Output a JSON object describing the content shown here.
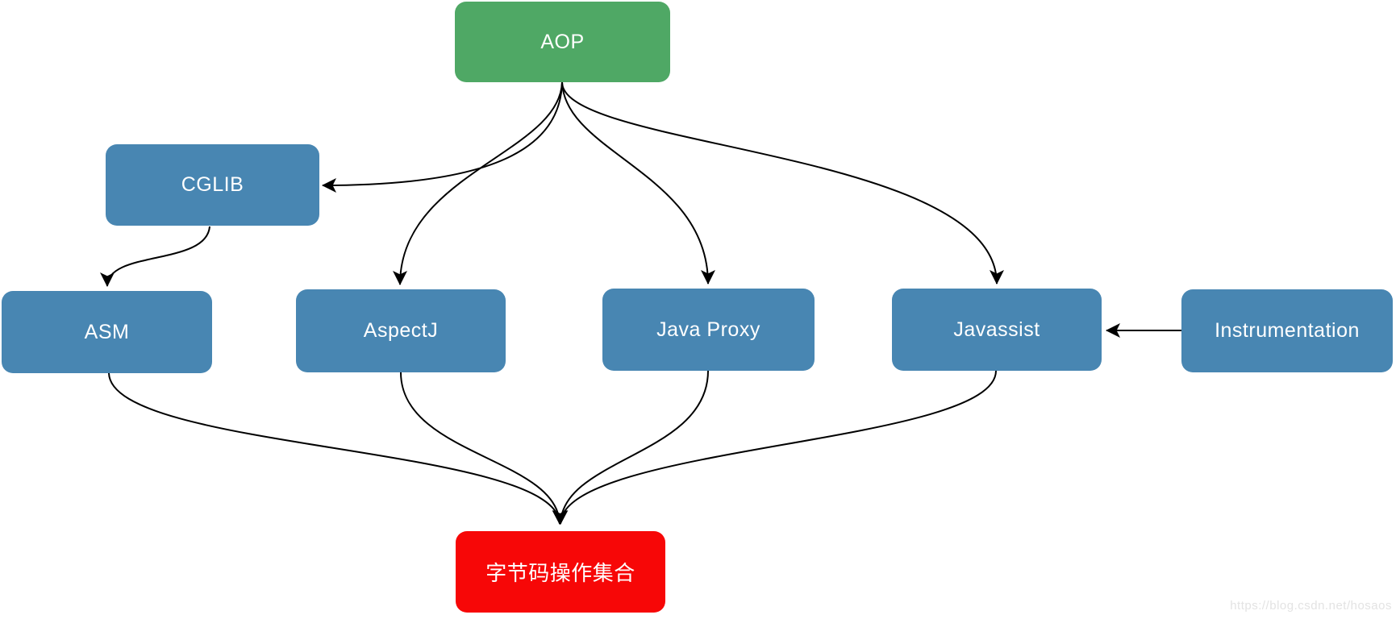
{
  "diagram": {
    "nodes": [
      {
        "id": "aop",
        "label": "AOP",
        "color": "#4fa865"
      },
      {
        "id": "cglib",
        "label": "CGLIB",
        "color": "#4886b2"
      },
      {
        "id": "asm",
        "label": "ASM",
        "color": "#4886b2"
      },
      {
        "id": "aspectj",
        "label": "AspectJ",
        "color": "#4886b2"
      },
      {
        "id": "java-proxy",
        "label": "Java Proxy",
        "color": "#4886b2"
      },
      {
        "id": "javassist",
        "label": "Javassist",
        "color": "#4886b2"
      },
      {
        "id": "instrumentation",
        "label": "Instrumentation",
        "color": "#4886b2"
      },
      {
        "id": "bytecode-ops",
        "label": "字节码操作集合",
        "color": "#f70707"
      }
    ],
    "edges": [
      {
        "from": "AOP",
        "to": "CGLIB"
      },
      {
        "from": "AOP",
        "to": "AspectJ"
      },
      {
        "from": "AOP",
        "to": "Java Proxy"
      },
      {
        "from": "AOP",
        "to": "Javassist"
      },
      {
        "from": "CGLIB",
        "to": "ASM"
      },
      {
        "from": "Instrumentation",
        "to": "Javassist"
      },
      {
        "from": "ASM",
        "to": "字节码操作集合"
      },
      {
        "from": "AspectJ",
        "to": "字节码操作集合"
      },
      {
        "from": "Java Proxy",
        "to": "字节码操作集合"
      },
      {
        "from": "Javassist",
        "to": "字节码操作集合"
      }
    ],
    "arrow_color": "#000000"
  },
  "watermark": {
    "text": "https://blog.csdn.net/hosaos"
  }
}
